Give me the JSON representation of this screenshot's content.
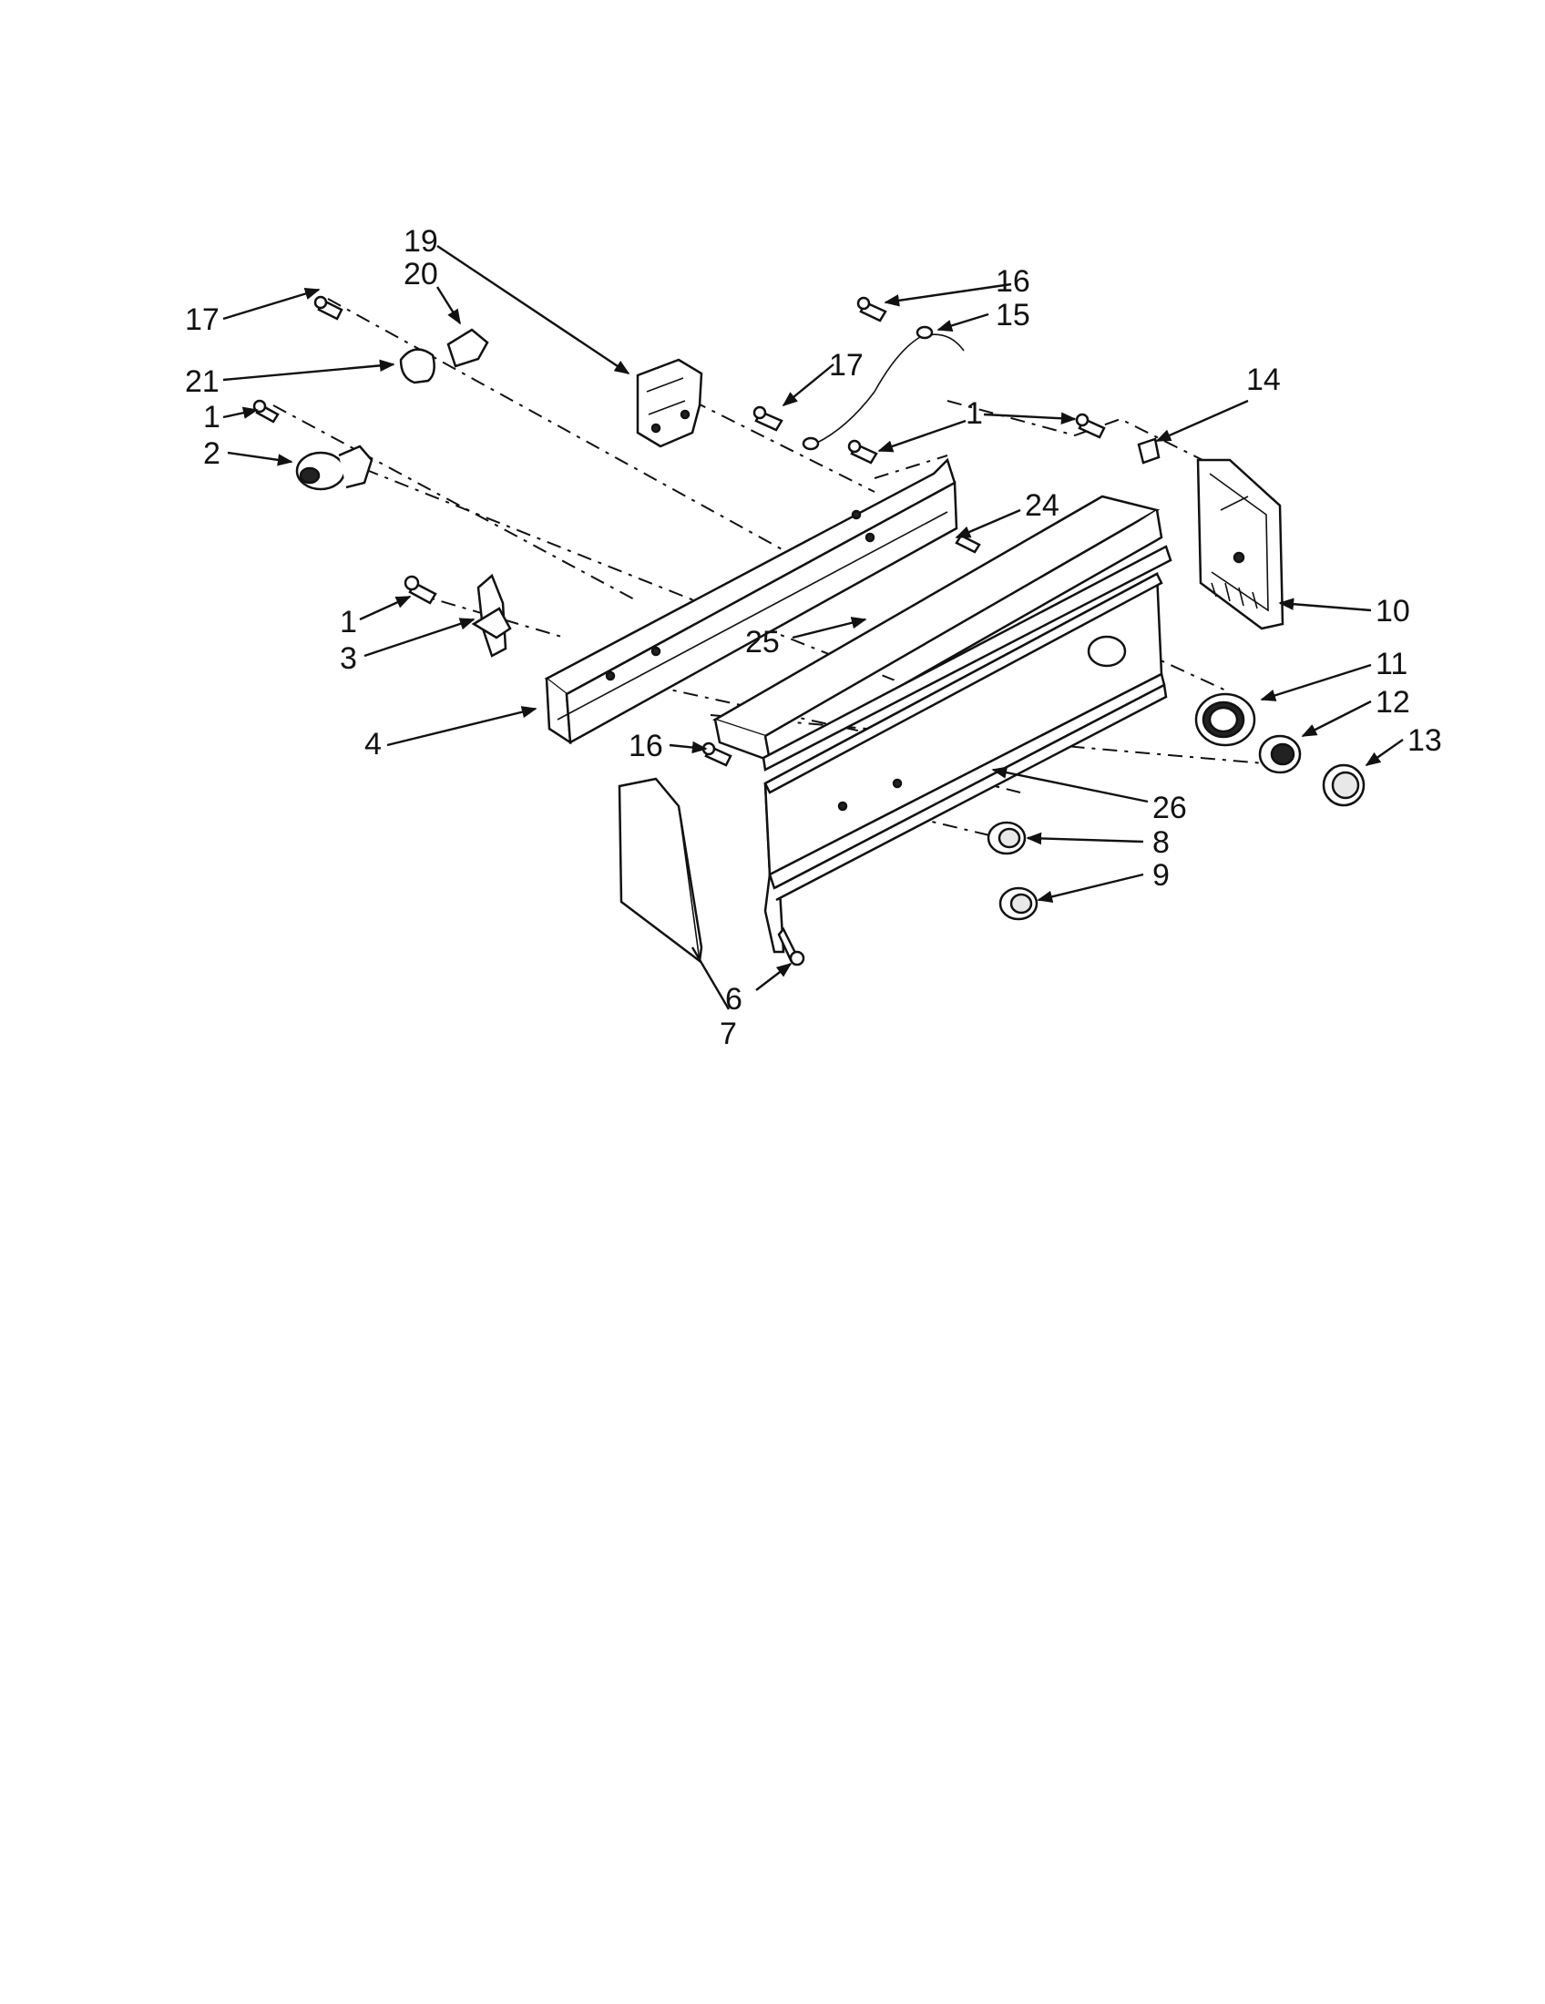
{
  "diagram": {
    "labels": {
      "l19": "19",
      "l20": "20",
      "l16a": "16",
      "l15": "15",
      "l17a": "17",
      "l21": "21",
      "l1a": "1",
      "l2": "2",
      "l17b": "17",
      "l1b": "1",
      "l14": "14",
      "l24": "24",
      "l1c": "1",
      "l3": "3",
      "l10": "10",
      "l25": "25",
      "l11": "11",
      "l12": "12",
      "l4": "4",
      "l13": "13",
      "l16b": "16",
      "l26": "26",
      "l8": "8",
      "l9": "9",
      "l6": "6",
      "l7": "7"
    }
  }
}
